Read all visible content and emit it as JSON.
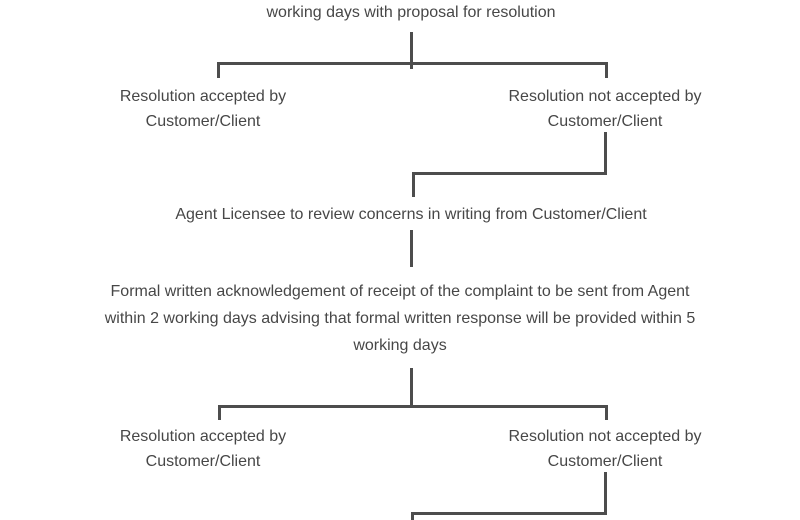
{
  "diagram": {
    "colors": {
      "background": "#ffffff",
      "line": "#4d4d4d",
      "text": "#474747"
    },
    "top_text": "working days with proposal for resolution",
    "branch1": {
      "left": {
        "line1": "Resolution accepted by",
        "line2": "Customer/Client"
      },
      "right": {
        "line1": "Resolution not accepted by",
        "line2": "Customer/Client"
      }
    },
    "review_text": "Agent Licensee to review concerns in writing from Customer/Client",
    "acknowledgement": {
      "line1": "Formal written acknowledgement of receipt of the complaint to be sent from Agent",
      "line2": "within 2 working days advising that formal written response will be provided within 5",
      "line3": "working days"
    },
    "branch2": {
      "left": {
        "line1": "Resolution accepted by",
        "line2": "Customer/Client"
      },
      "right": {
        "line1": "Resolution not accepted by",
        "line2": "Customer/Client"
      }
    }
  }
}
